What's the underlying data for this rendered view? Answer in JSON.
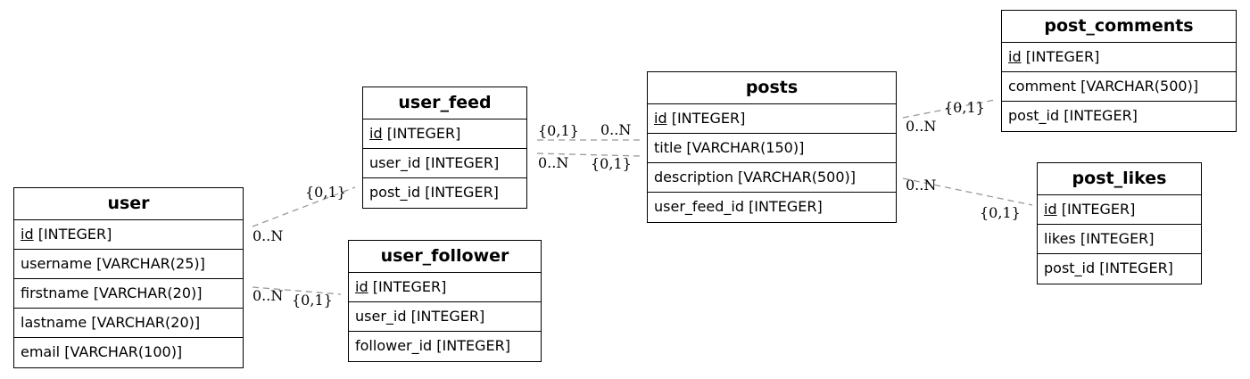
{
  "entities": {
    "user": {
      "name": "user",
      "attributes": [
        {
          "key": "id",
          "rest": " [INTEGER]"
        },
        {
          "text": "username [VARCHAR(25)]"
        },
        {
          "text": "firstname [VARCHAR(20)]"
        },
        {
          "text": "lastname [VARCHAR(20)]"
        },
        {
          "text": "email [VARCHAR(100)]"
        }
      ]
    },
    "user_feed": {
      "name": "user_feed",
      "attributes": [
        {
          "key": "id",
          "rest": " [INTEGER]"
        },
        {
          "text": "user_id [INTEGER]"
        },
        {
          "text": "post_id [INTEGER]"
        }
      ]
    },
    "user_follower": {
      "name": "user_follower",
      "attributes": [
        {
          "key": "id",
          "rest": " [INTEGER]"
        },
        {
          "text": "user_id [INTEGER]"
        },
        {
          "text": "follower_id [INTEGER]"
        }
      ]
    },
    "posts": {
      "name": "posts",
      "attributes": [
        {
          "key": "id",
          "rest": " [INTEGER]"
        },
        {
          "text": "title [VARCHAR(150)]"
        },
        {
          "text": "description [VARCHAR(500)]"
        },
        {
          "text": "user_feed_id [INTEGER]"
        }
      ]
    },
    "post_comments": {
      "name": "post_comments",
      "attributes": [
        {
          "key": "id",
          "rest": " [INTEGER]"
        },
        {
          "text": "comment [VARCHAR(500)]"
        },
        {
          "text": "post_id [INTEGER]"
        }
      ]
    },
    "post_likes": {
      "name": "post_likes",
      "attributes": [
        {
          "key": "id",
          "rest": " [INTEGER]"
        },
        {
          "text": "likes [INTEGER]"
        },
        {
          "text": "post_id [INTEGER]"
        }
      ]
    }
  },
  "cardinalities": {
    "many": "0..N",
    "optional_one": "{0,1}"
  },
  "colors": {
    "line": "#999999",
    "border": "#000000",
    "background": "#ffffff"
  }
}
